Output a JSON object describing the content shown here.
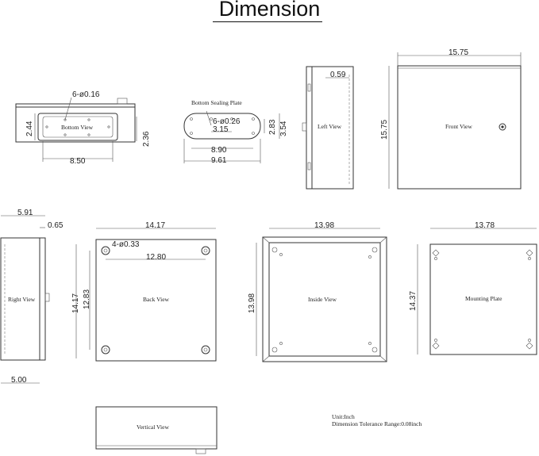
{
  "title": "Dimension",
  "views": {
    "bottom": {
      "label": "Bottom View",
      "holes": "6-ø0.16",
      "width": "8.50",
      "height_left": "2.44",
      "height_right": "2.36"
    },
    "sealing": {
      "label": "Bottom Sealing Plate",
      "holes": "6-ø0.26",
      "inner": "3.15",
      "mid": "8.90",
      "outer": "9.61",
      "h1": "2.83",
      "h2": "3.54"
    },
    "left": {
      "label": "Left View",
      "depth": "0.59"
    },
    "front": {
      "label": "Front View",
      "width": "15.75",
      "height": "15.75"
    },
    "right": {
      "label": "Right View",
      "top": "5.91",
      "flange": "0.65",
      "bottom": "5.00"
    },
    "back": {
      "label": "Back View",
      "width": "14.17",
      "holes": "4-ø0.33",
      "hole_span": "12.80",
      "height": "14.17",
      "hole_height": "12.83"
    },
    "inside": {
      "label": "Inside View",
      "width": "13.98",
      "height": "13.98"
    },
    "mounting": {
      "label": "Mounting Plate",
      "width": "13.78",
      "height": "14.37"
    },
    "vertical": {
      "label": "Vertical View"
    }
  },
  "notes": {
    "unit": "Unit:Inch",
    "tolerance": "Dimension Tolerance Range:0.08inch"
  }
}
